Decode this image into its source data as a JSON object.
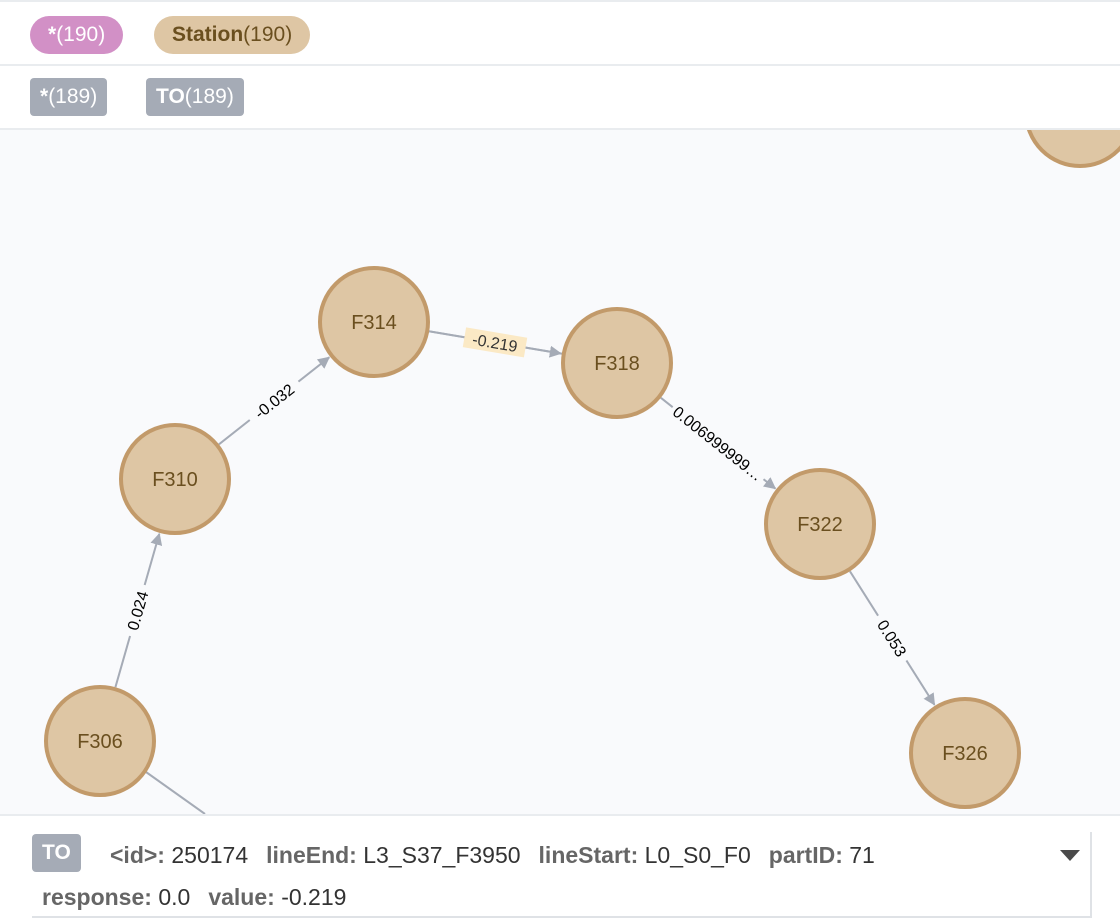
{
  "legend": {
    "nodes": [
      {
        "label": "*",
        "count": "(190)"
      },
      {
        "label": "Station",
        "count": "(190)"
      }
    ],
    "relationships": [
      {
        "label": "*",
        "count": "(189)"
      },
      {
        "label": "TO",
        "count": "(189)"
      }
    ]
  },
  "colors": {
    "node_fill": "#dec6a4",
    "node_stroke": "#c29a6a",
    "node_text": "#6a4f1f",
    "all_nodes_pill": "#d290c6",
    "relationship_pill": "#a5abb6",
    "selected_edge_highlight": "#fbe9c5",
    "canvas_bg": "#f9fafc"
  },
  "graph": {
    "nodes": [
      {
        "id": "F306",
        "label": "F306"
      },
      {
        "id": "F310",
        "label": "F310"
      },
      {
        "id": "F314",
        "label": "F314"
      },
      {
        "id": "F318",
        "label": "F318"
      },
      {
        "id": "F322",
        "label": "F322"
      },
      {
        "id": "F326",
        "label": "F326"
      }
    ],
    "edges": [
      {
        "from": "F306",
        "to": "F310",
        "label": "0.024"
      },
      {
        "from": "F310",
        "to": "F314",
        "label": "-0.032"
      },
      {
        "from": "F314",
        "to": "F318",
        "label": "-0.219",
        "selected": true
      },
      {
        "from": "F318",
        "to": "F322",
        "label": "0.006999999…"
      },
      {
        "from": "F322",
        "to": "F326",
        "label": "0.053"
      }
    ]
  },
  "inspector": {
    "type": "TO",
    "properties_line1": [
      {
        "key": "<id>:",
        "value": "250174"
      },
      {
        "key": "lineEnd:",
        "value": "L3_S37_F3950"
      },
      {
        "key": "lineStart:",
        "value": "L0_S0_F0"
      },
      {
        "key": "partID:",
        "value": "71"
      }
    ],
    "properties_line2": [
      {
        "key": "response:",
        "value": "0.0"
      },
      {
        "key": "value:",
        "value": "-0.219"
      }
    ]
  }
}
